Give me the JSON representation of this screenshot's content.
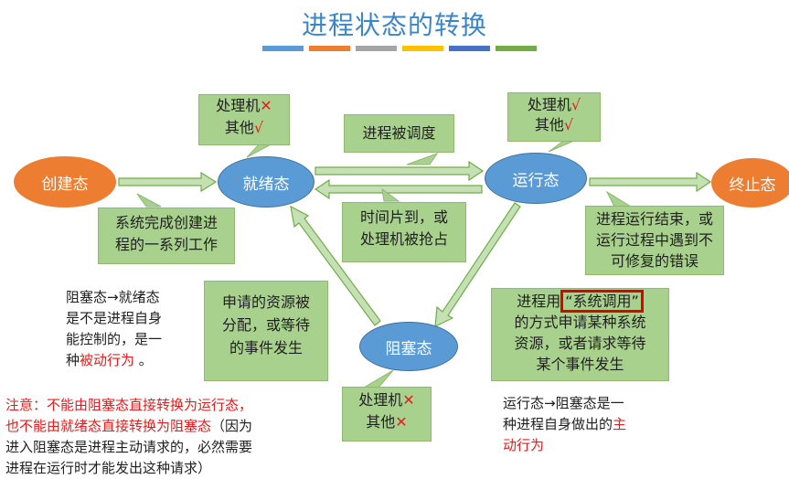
{
  "title": "进程状态的转换",
  "accent_bars": [
    "#5b9bd5",
    "#ed7d31",
    "#a5a5a5",
    "#ffc000",
    "#4472c4",
    "#70ad47"
  ],
  "states": {
    "create": "创建态",
    "ready": "就绪态",
    "running": "运行态",
    "terminate": "终止态",
    "blocked": "阻塞态"
  },
  "callouts": {
    "ready_res": {
      "l1": "处理机",
      "m1": "✕",
      "l2": "其他",
      "m2": "√"
    },
    "running_res": {
      "l1": "处理机",
      "m1": "√",
      "l2": "其他",
      "m2": "√"
    },
    "blocked_res": {
      "l1": "处理机",
      "m1": "✕",
      "l2": "其他",
      "m2": "✕"
    },
    "scheduled": "进程被调度",
    "create_done": [
      "系统完成创建进",
      "程的一系列工作"
    ],
    "preempt": [
      "时间片到，或",
      "处理机被抢占"
    ],
    "run_end": [
      "进程运行结束，或",
      "运行过程中遇到不",
      "可修复的错误"
    ],
    "resource_alloc": [
      "申请的资源被",
      "分配，或等待",
      "的事件发生"
    ],
    "syscall_pre": "进程用",
    "syscall_hl": "“系统调用”",
    "syscall_rest": [
      "的方式申请某种系统",
      "资源，或者请求等待",
      "某个事件发生"
    ]
  },
  "notes": {
    "blocked_to_ready": {
      "l1": "阻塞态→就绪态",
      "l2": "是不是进程自身",
      "l3": "能控制的，是一",
      "l4_pre": "种",
      "l4_red": "被动行为",
      "l4_post": " 。"
    },
    "running_to_blocked": {
      "l1": "运行态→阻塞态是一",
      "l2_pre": "种进程自身做出的",
      "l2_red": "主",
      "l3_red": "动行为"
    },
    "warning": {
      "red1": "注意：不能由阻塞态直接转换为运行态，",
      "red2": "也不能由就绪态直接转换为阻塞态",
      "black2": "（因为",
      "black3": "进入阻塞态是进程主动请求的，必然需要",
      "black4": "进程在运行时才能发出这种请求）"
    }
  },
  "colors": {
    "node_orange": "#ed7d31",
    "node_blue": "#5b9bd5",
    "callout_green": "#a9d18e",
    "arrow_fill": "#c5e0b4",
    "arrow_stroke": "#70ad47",
    "red": "#e02020"
  }
}
